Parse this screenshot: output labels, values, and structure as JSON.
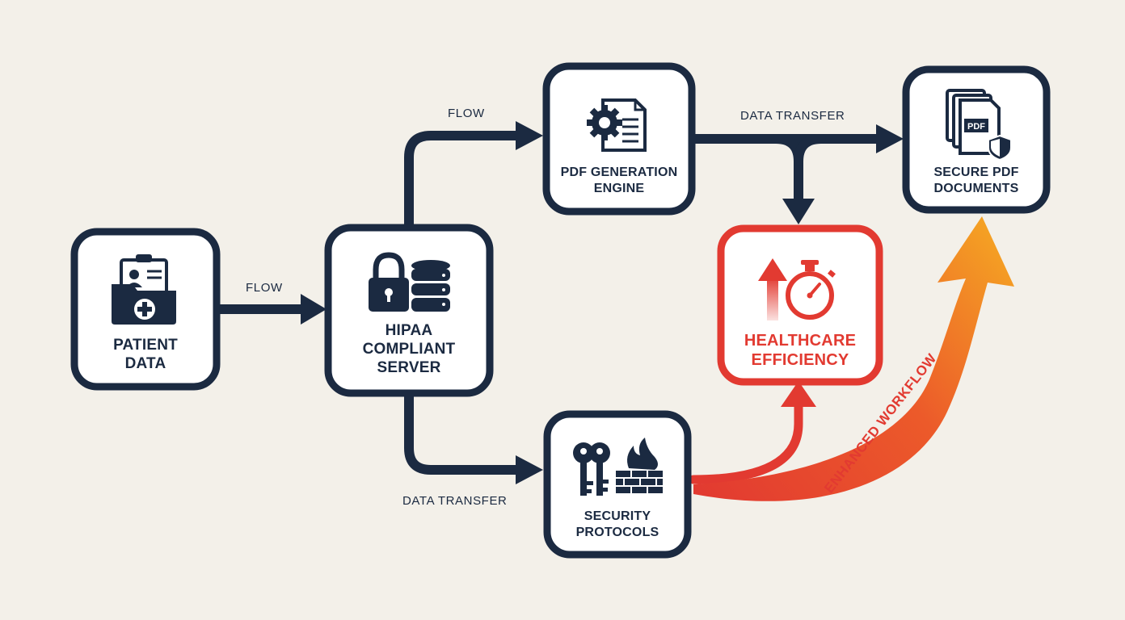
{
  "nodes": {
    "patient_data": "PATIENT DATA",
    "hipaa_server": "HIPAA COMPLIANT SERVER",
    "pdf_engine": "PDF GENERATION ENGINE",
    "secure_pdf": "SECURE PDF DOCUMENTS",
    "healthcare_efficiency": "HEALTHCARE EFFICIENCY",
    "security_protocols": "SECURITY PROTOCOLS"
  },
  "edges": {
    "flow_1": "FLOW",
    "flow_2": "FLOW",
    "data_transfer_top": "DATA TRANSFER",
    "data_transfer_bottom": "DATA TRANSFER",
    "enhanced_workflow": "ENHANCED WORKFLOW"
  },
  "icons": {
    "patient_data": "medical-folder-icon",
    "hipaa_server": "lock-database-icon",
    "pdf_engine": "gear-document-icon",
    "secure_pdf": "pdf-shield-icon",
    "healthcare_efficiency": "stopwatch-up-arrow-icon",
    "security_protocols": "keys-firewall-icon"
  },
  "pdf_badge_text": "PDF",
  "colors": {
    "navy": "#1b2a41",
    "red": "#e23a31",
    "orange": "#f5a623",
    "background": "#f3f0e9"
  }
}
